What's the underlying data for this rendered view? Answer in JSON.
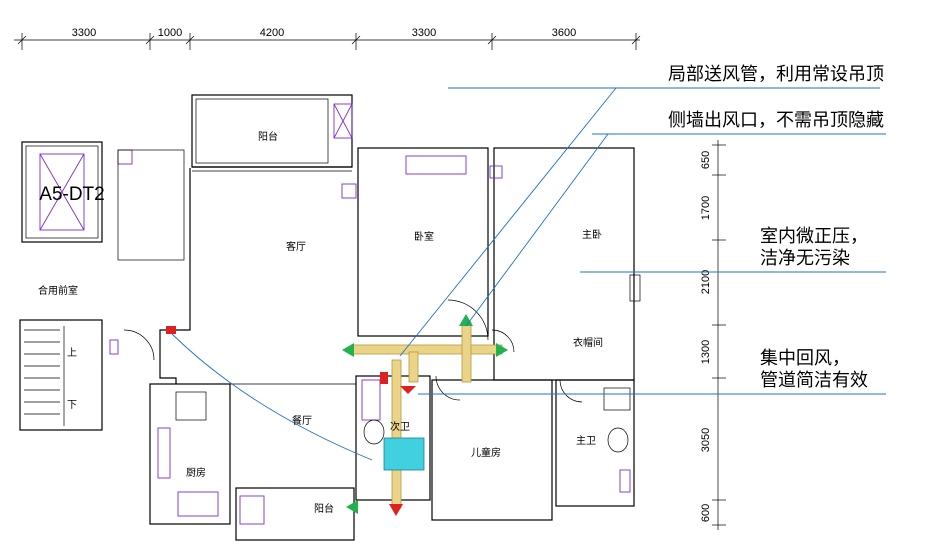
{
  "top_dimensions": [
    "3300",
    "1000",
    "4200",
    "3300",
    "3600"
  ],
  "right_dimensions": [
    "650",
    "1700",
    "2100",
    "1300",
    "3050",
    "600"
  ],
  "rooms": {
    "balcony_top": "阳台",
    "living_room": "客厅",
    "bedroom": "卧室",
    "master_bedroom": "主卧",
    "elevator": "A5-DT2",
    "shared_lobby": "合用前室",
    "stair_up": "上",
    "stair_down": "下",
    "cloakroom": "衣帽间",
    "dining_room": "餐厅",
    "bathroom_2": "次卫",
    "kitchen": "厨房",
    "kids_room": "儿童房",
    "master_bath": "主卫",
    "balcony_bottom": "阳台"
  },
  "annotations": {
    "local_supply": "局部送风管，利用常设吊顶",
    "wall_outlet": "侧墙出风口，不需吊顶隐藏",
    "positive_pressure_line1": "室内微正压，",
    "positive_pressure_line2": "洁净无污染",
    "central_return_line1": "集中回风，",
    "central_return_line2": "管道简洁有效"
  },
  "colors": {
    "wall": "#000000",
    "fixture": "#7a2fd0",
    "leader": "#1f6fd0",
    "duct": "#e9d487",
    "arrow_green": "#22b14c",
    "arrow_red": "#e02020",
    "unit": "#40d0e0"
  }
}
